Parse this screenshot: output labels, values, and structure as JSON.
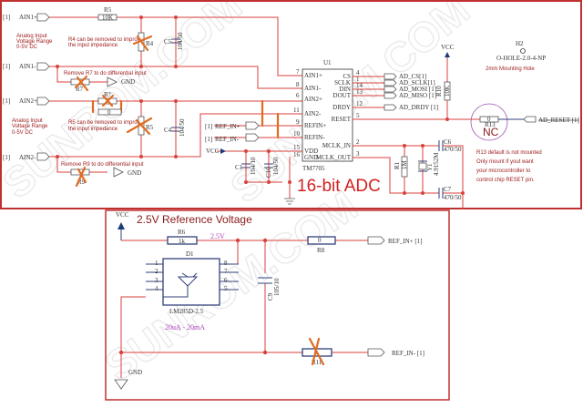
{
  "watermark": "SUNROM.COM",
  "adc": {
    "title": "16-bit ADC",
    "chip_ref": "U1",
    "chip_part": "TM7705",
    "left_pins": [
      {
        "num": "7",
        "name": "AIN1+"
      },
      {
        "num": "8",
        "name": "AIN1-"
      },
      {
        "num": "6",
        "name": "AIN2+"
      },
      {
        "num": "11",
        "name": "AIN2-"
      },
      {
        "num": "9",
        "name": "REFIN+"
      },
      {
        "num": "10",
        "name": "REFIN-"
      },
      {
        "num": "15",
        "name": "VDD"
      },
      {
        "num": "16",
        "name": "GND"
      }
    ],
    "right_pins": [
      {
        "num": "4",
        "name": "CS",
        "net": "AD_CS[1]"
      },
      {
        "num": "1",
        "name": "SCLK",
        "net": "AD_SCLK[1]"
      },
      {
        "num": "14",
        "name": "DIN",
        "net": "AD_MOSI [1]"
      },
      {
        "num": "13",
        "name": "DOUT",
        "net": "AD_MISO [1]"
      },
      {
        "num": "12",
        "name": "DRDY",
        "net": "AD_DRDY [1]"
      },
      {
        "num": "5",
        "name": "RESET",
        "net": "AD_RESET [1]"
      },
      {
        "num": "2",
        "name": "MCLK_IN"
      },
      {
        "num": "3",
        "name": "MCLK_OUT"
      }
    ],
    "inputs": [
      {
        "sheet": "[1]",
        "name": "AIN1+"
      },
      {
        "sheet": "[1]",
        "name": "AIN1-"
      },
      {
        "sheet": "[1]",
        "name": "AIN2+"
      },
      {
        "sheet": "[1]",
        "name": "AIN2-"
      },
      {
        "sheet": "[1]",
        "name": "REF_IN+"
      },
      {
        "sheet": "[1]",
        "name": "REF_IN-"
      }
    ],
    "vcc": "VCC",
    "gnd": "GND",
    "range_note": [
      "Analog Input",
      "Voltage Range",
      "0-5V DC"
    ],
    "note_r4": [
      "R4 can be removed to improve",
      "the input impedance"
    ],
    "note_r5": [
      "R5 can be removed to improve",
      "the input impedance"
    ],
    "note_r7": "Remove R7 to do differential input",
    "note_r9": "Remove R9 to do differential input",
    "components": {
      "r5": {
        "ref": "R5",
        "value": "10K"
      },
      "r4": {
        "ref": "R4"
      },
      "c5": {
        "ref": "C5",
        "value": "104/50"
      },
      "r7": {
        "ref": "R7"
      },
      "r_unk": {
        "ref": "R?",
        "value": "0"
      },
      "r5b": {
        "ref": "R5"
      },
      "c4": {
        "ref": "C4",
        "value": "104/50"
      },
      "r9": {
        "ref": "R9"
      },
      "c1": {
        "ref": "C1",
        "value": "104/10"
      },
      "c10": {
        "ref": "C10",
        "value": "104/50"
      },
      "r10": {
        "ref": "R10",
        "value": "10K"
      },
      "r13": {
        "ref": "R13",
        "value": "0",
        "note": "NC"
      },
      "r1": {
        "ref": "R1",
        "value": "1M"
      },
      "y1": {
        "ref": "Y1",
        "value": "4.9152M"
      },
      "c6": {
        "ref": "C6",
        "value": "470/50"
      },
      "c7": {
        "ref": "C7",
        "value": "470/50"
      }
    },
    "hole": {
      "ref": "H2",
      "part": "O-HOLE-2.0-4-NP",
      "label": "2mm Mounting Hole"
    },
    "reset_note": [
      "R13 default is not mounted",
      "Only mount if yout want",
      "your microcontroller to",
      "control chip RESET pin."
    ]
  },
  "reference": {
    "title": "2.5V Reference Voltage",
    "vcc": "VCC",
    "gnd": "GND",
    "r6": {
      "ref": "R6",
      "value": "1k"
    },
    "node_voltage": "2.5V",
    "r8": {
      "ref": "R8",
      "value": "0"
    },
    "r11": {
      "ref": "R11",
      "value": "0"
    },
    "d1": {
      "ref": "D1",
      "part": "LM285D-2.5",
      "current": "20uA - 20mA",
      "pins_left": [
        "1",
        "2",
        "3",
        "4"
      ],
      "pins_right": [
        "8",
        "7",
        "6",
        "5"
      ]
    },
    "c9": {
      "ref": "C9",
      "value": "105/10"
    },
    "out_pos": "REF_IN+ [1]",
    "out_neg": "REF_IN-  [1]"
  },
  "colors": {
    "wire": "#d9423c",
    "component": "#33407a",
    "annotation": "#a02020",
    "mod": "#e06b22",
    "purple": "#b040c0"
  }
}
